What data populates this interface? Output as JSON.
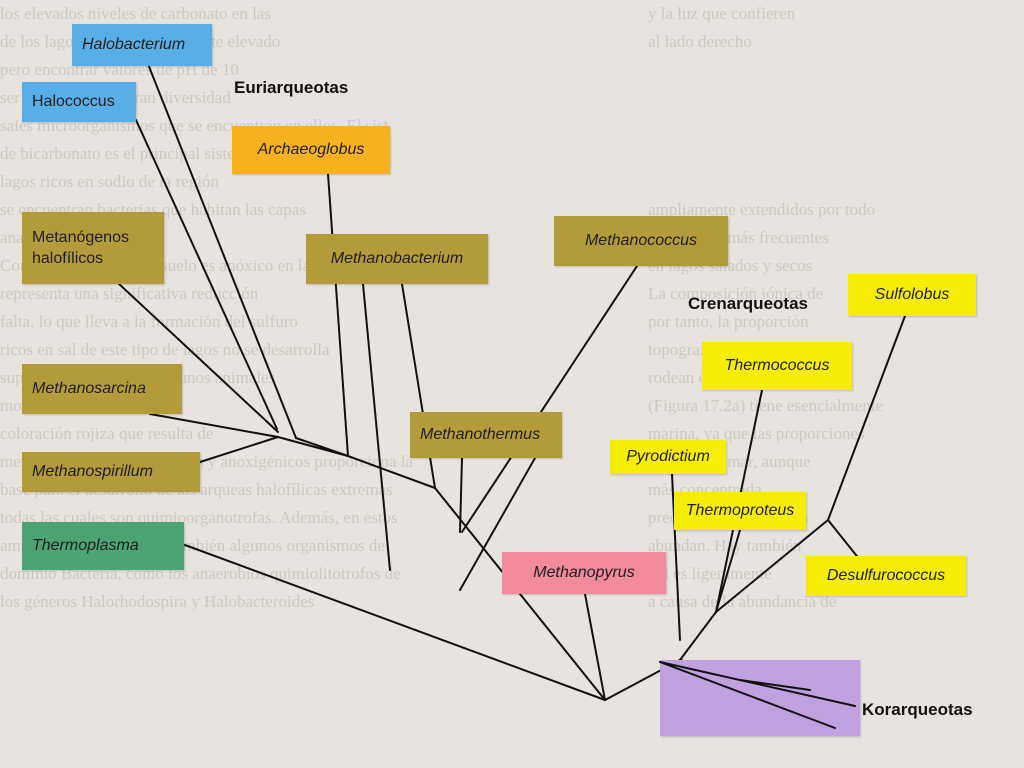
{
  "background_text": {
    "col_left": [
      "los elevados niveles de carbonato en las",
      "de los lagos alcalinos es bastante elevado",
      "pero encontrar valores de pH de 10",
      "ser del entorno de gran diversidad",
      "sales microorganismos que se encuentran en ellos. El sist",
      "de bicarbonato es el principal sistema tampón",
      "lagos ricos en sodio de la región",
      "se encuentran bacterias que habitan las capas",
      "anaerobios del género",
      "Como por lo general el suelo es anóxico en lagos salinos",
      "representa una significativa reducción",
      "falta, lo que lleva a la formación del sulfuro",
      "ricos en sal de este tipo de lagos no se desarrolla",
      "superior aunque sí hay algunos animales",
      "moscas de la salmuera",
      "coloración rojiza que resulta de",
      "mezcla de hábitats oxigénicos y anoxigénicos proporciona la",
      "base para el desarrollo de las arqueas halofílicas extremas",
      "todas las cuales son quimioorganotrofas. Además, en estos",
      "ambientes se encuentran también algunos organismos del",
      "dominio Bacteria, como los anaerobios quimiolitotrofos de",
      "los géneros Halorhodospira y Halobacteroides"
    ],
    "col_right": [
      "y la luz que confieren",
      "al lado derecho",
      "",
      "",
      "",
      "",
      "",
      "ampliamente extendidos por todo",
      "salinos son más frecuentes",
      "en lagos salados y secos",
      "La composición iónica de",
      "por tanto, la proporción",
      "topografía, geología y condi-",
      "rodean el lago, El Gran Lago",
      "(Figura 17.2a) tiene esencialmente",
      "marina, ya que las proporciones",
      "propias del mar, aunque",
      "más concentrada",
      "predominante, mientras",
      "abundan. Hay también",
      "pH es ligeramente",
      "a causa de la abundancia de"
    ]
  },
  "groups": {
    "euryarchaeota": "Euriarqueotas",
    "crenarchaeota": "Crenarqueotas",
    "korarchaeota": "Korarqueotas"
  },
  "taxa": {
    "halobacterium": "Halobacterium",
    "halococcus": "Halococcus",
    "archaeoglobus": "Archaeoglobus",
    "halophilic_methanogens": [
      "Metanógenos",
      "halofílicos"
    ],
    "methanobacterium": "Methanobacterium",
    "methanococcus": "Methanococcus",
    "methanosarcina": "Methanosarcina",
    "methanospirillum": "Methanospirillum",
    "methanothermus": "Methanothermus",
    "thermoplasma": "Thermoplasma",
    "methanopyrus": "Methanopyrus",
    "sulfolobus": "Sulfolobus",
    "thermococcus": "Thermococcus",
    "pyrodictium": "Pyrodictium",
    "thermoproteus": "Thermoproteus",
    "desulfurococcus": "Desulfurococcus"
  },
  "colors": {
    "halophiles": "#5aaee8",
    "archaeoglobus": "#f6b11e",
    "methanogens": "#b39b3c",
    "crenarchaeota": "#f6ec05",
    "thermoplasma": "#4ca374",
    "methanopyrus": "#f08a9c",
    "korarchaeota": "#c0a1e0",
    "branch": "#111111"
  }
}
